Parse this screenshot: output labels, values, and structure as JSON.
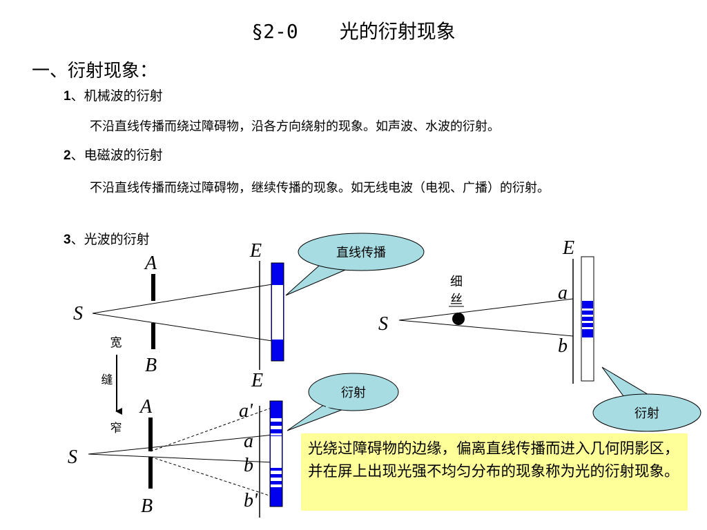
{
  "title": {
    "section": "§2-0",
    "text": "光的衍射现象"
  },
  "heading": "一、衍射现象：",
  "subsections": [
    {
      "num": "1",
      "title": "、机械波的衍射",
      "body": "不沿直线传播而绕过障碍物，沿各方向绕射的现象。如声波、水波的衍射。"
    },
    {
      "num": "2",
      "title": "、电磁波的衍射",
      "body": "不沿直线传播而绕过障碍物，继续传播的现象。如无线电波（电视、广播）的衍射。"
    },
    {
      "num": "3",
      "title": "、光波的衍射"
    }
  ],
  "diagram": {
    "callout_straight": "直线传播",
    "callout_diffraction_1": "衍射",
    "callout_diffraction_2": "衍射",
    "label_S": "S",
    "label_A": "A",
    "label_B": "B",
    "label_E": "E",
    "label_a": "a",
    "label_b": "b",
    "label_a_prime": "a'",
    "label_b_prime": "b'",
    "arrow_top": "宽",
    "arrow_mid": "缝",
    "arrow_bottom": "窄",
    "wire_line1": "细",
    "wire_line2": "丝",
    "colors": {
      "screen_band": "#0000ee",
      "callout_fill": "#a8dce3",
      "definition_fill": "#ffff99"
    }
  },
  "definition": "光绕过障碍物的边缘，偏离直线传播而进入几何阴影区，并在屏上出现光强不均匀分布的现象称为光的衍射现象。"
}
